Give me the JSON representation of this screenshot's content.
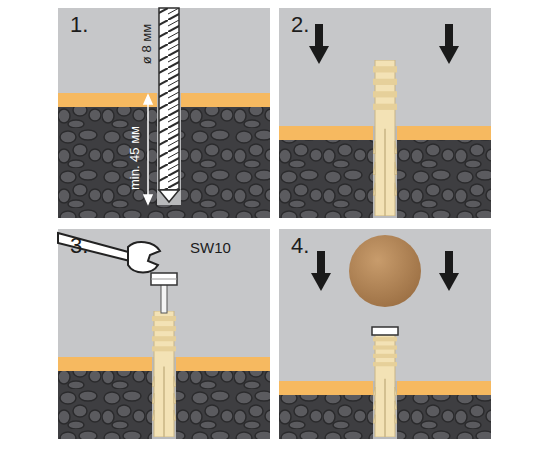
{
  "diagram": {
    "labels": [
      "1.",
      "ø 8 мм",
      "min. 45 мм",
      "2.",
      "3.",
      "SW10",
      "4."
    ]
  }
}
